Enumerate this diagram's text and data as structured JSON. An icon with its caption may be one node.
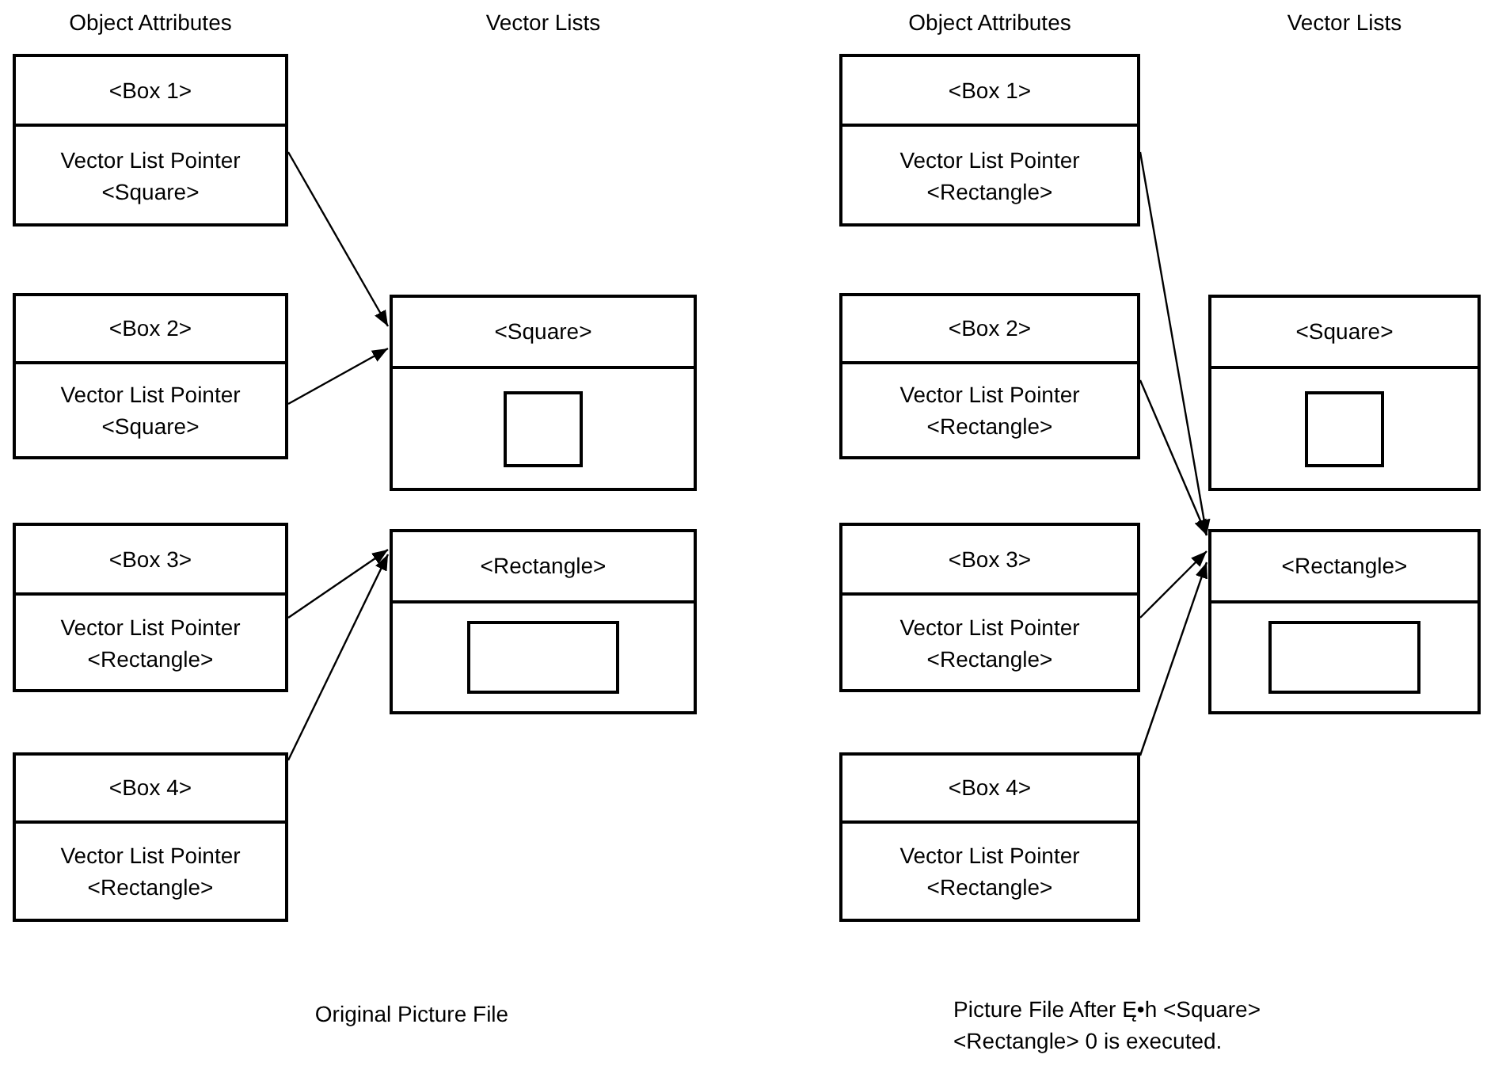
{
  "diagram": {
    "nodes": [
      {
        "text": [
          "<Box 1>",
          "Vector List Pointer <Square>"
        ]
      },
      {
        "text": [
          "<Box 2>",
          "Vector List Pointer <Square>"
        ]
      },
      {
        "text": [
          "<Box 3>",
          "Vector List Pointer <Rectangle>"
        ]
      },
      {
        "text": [
          "<Box 4>",
          "Vector List Pointer <Rectangle>"
        ]
      },
      {
        "text": [
          "<Square>"
        ]
      },
      {
        "text": [
          "<Rectangle>"
        ]
      },
      {
        "text": [
          "<Box 1>",
          "Vector List Pointer <Rectangle>"
        ]
      },
      {
        "text": [
          "<Box 2>",
          "Vector List Pointer <Rectangle>"
        ]
      },
      {
        "text": [
          "<Box 3>",
          "Vector List Pointer <Rectangle>"
        ]
      },
      {
        "text": [
          "<Box 4>",
          "Vector List Pointer <Rectangle>"
        ]
      },
      {
        "text": [
          "<Square>"
        ]
      },
      {
        "text": [
          "<Rectangle>"
        ]
      }
    ],
    "edges": [
      {
        "from": 0,
        "to": 4,
        "arrow": "to"
      },
      {
        "from": 1,
        "to": 4,
        "arrow": "to"
      },
      {
        "from": 2,
        "to": 5,
        "arrow": "to"
      },
      {
        "from": 3,
        "to": 5,
        "arrow": "to"
      },
      {
        "from": 6,
        "to": 11,
        "arrow": "to"
      },
      {
        "from": 7,
        "to": 11,
        "arrow": "to"
      },
      {
        "from": 8,
        "to": 11,
        "arrow": "to"
      },
      {
        "from": 9,
        "to": 11,
        "arrow": "to"
      }
    ],
    "labels": [
      "Object Attributes",
      "Vector Lists",
      "Object Attributes",
      "Vector Lists",
      "Original Picture File",
      "Picture File After Ę•h <Square> <Rectangle> 0 is executed."
    ]
  }
}
